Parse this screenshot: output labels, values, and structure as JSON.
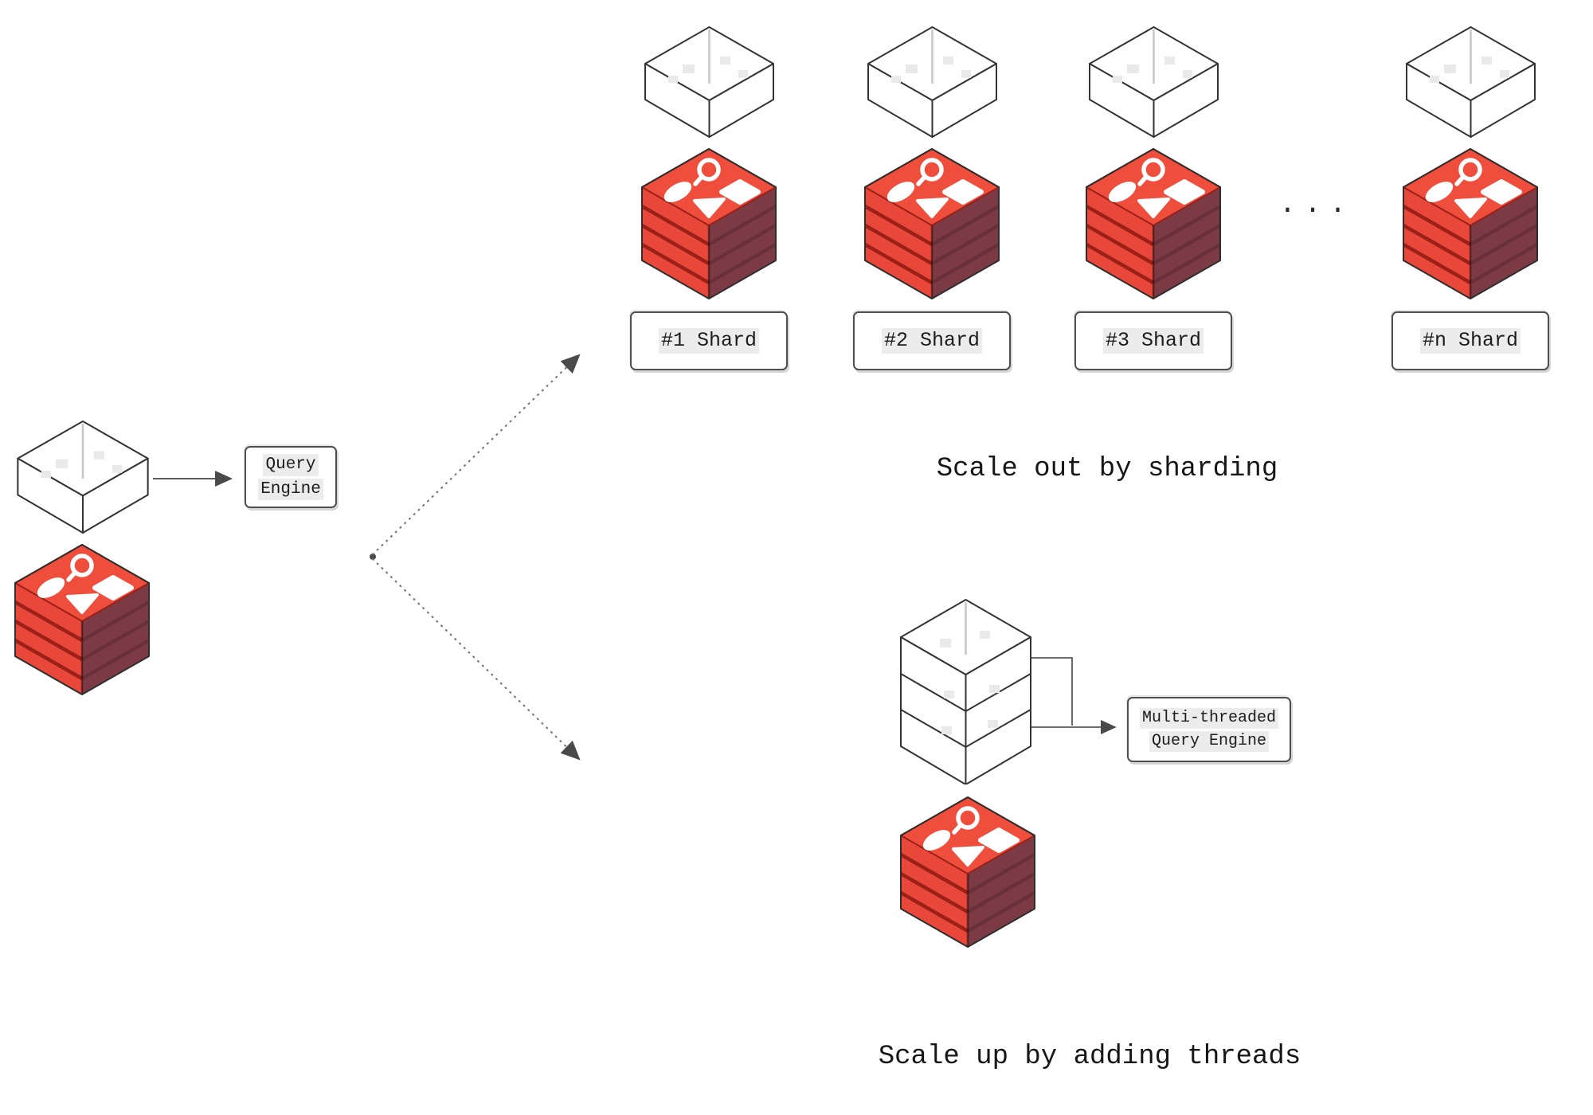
{
  "colors": {
    "cube_red": "#e8473a",
    "cube_red_top": "#ef4e3c",
    "cube_dark": "#7c3a45",
    "cube_stripe": "#9b2018",
    "wire_line": "#333333",
    "connector": "#5a5a5a",
    "text": "#1c1c1c",
    "label_highlight": "#ececec"
  },
  "icons": {
    "wire_box": "empty-box-icon",
    "redis_cube": "redis-cube-icon",
    "stacked_box": "stacked-box-icon"
  },
  "source_group": {
    "engine_label_line1": "Query",
    "engine_label_line2": "Engine"
  },
  "sharding_group": {
    "title": "Scale out by sharding",
    "ellipsis": "...",
    "shards": [
      {
        "label": "#1 Shard"
      },
      {
        "label": "#2 Shard"
      },
      {
        "label": "#3 Shard"
      },
      {
        "label": "#n Shard"
      }
    ]
  },
  "threading_group": {
    "title": "Scale up by adding threads",
    "engine_label_line1": "Multi-threaded",
    "engine_label_line2": "Query Engine"
  }
}
